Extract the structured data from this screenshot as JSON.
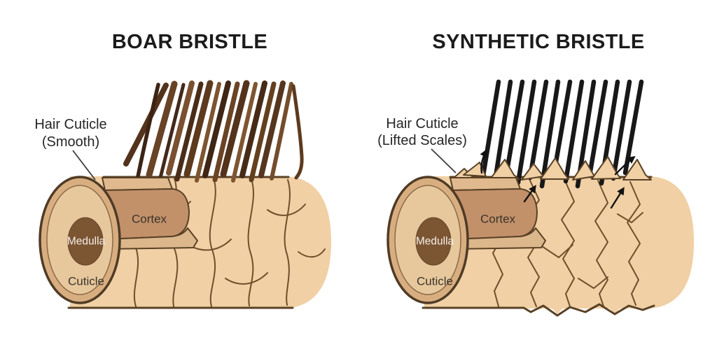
{
  "figure": {
    "left_panel": {
      "title": "BOAR BRISTLE",
      "callout": {
        "line1": "Hair Cuticle",
        "line2": "(Smooth)"
      },
      "part_labels": {
        "cortex": "Cortex",
        "medulla": "Medulla",
        "cuticle": "Cuticle"
      }
    },
    "right_panel": {
      "title": "SYNTHETIC BRISTLE",
      "callout": {
        "line1": "Hair Cuticle",
        "line2": "(Lifted Scales)"
      },
      "part_labels": {
        "cortex": "Cortex",
        "medulla": "Medulla",
        "cuticle": "Cuticle"
      }
    },
    "colors": {
      "background": "#ffffff",
      "shaft_fill": "#f0d0a4",
      "outline": "#5a4126",
      "scale_line": "#6f4f2c",
      "cortex_fill": "#c2916a",
      "cut_edge_fill": "#e0ba8e",
      "bevel_fill": "#dcb78c",
      "cuticle_ring_fill": "#d8ae80",
      "inner_face_fill": "#e7c89d",
      "medulla_fill": "#7c5533",
      "boar_bristle_browns": [
        "#3c2414",
        "#53331b",
        "#684326",
        "#7a5030",
        "#8a5f3a"
      ],
      "synthetic_bristle_black": "#181818",
      "title_text": "#1b1b1b",
      "callout_text": "#262626",
      "medulla_text": "#f6f1e8",
      "arrow_color": "#111111"
    }
  }
}
